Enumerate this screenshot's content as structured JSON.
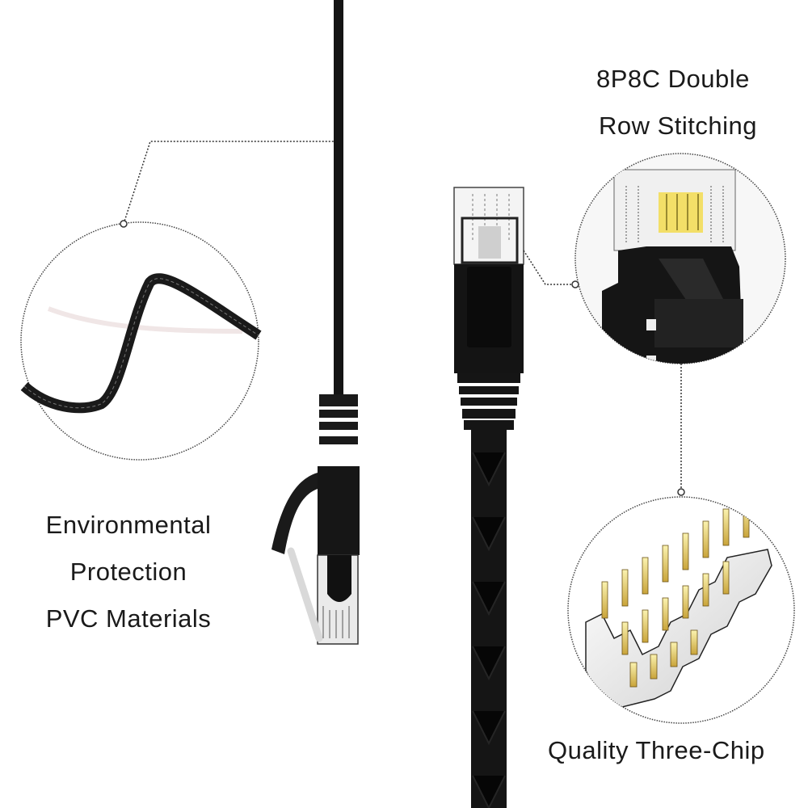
{
  "product": {
    "type": "Flat Ethernet patch cable (RJ45) product feature image",
    "colors": {
      "cable": "#141414",
      "background": "#ffffff",
      "gold_pins": "#e8d26a",
      "clear_plastic": "#f2f2f2",
      "callout_line": "#333333"
    }
  },
  "callouts": [
    {
      "id": "double-row",
      "lines": [
        "8P8C Double",
        "Row Stitching"
      ],
      "icon": "rj45-connector-closeup"
    },
    {
      "id": "pvc",
      "lines": [
        "Environmental",
        "Protection",
        "PVC Materials"
      ],
      "icon": "flat-cable-closeup"
    },
    {
      "id": "three-chip",
      "lines": [
        "Quality Three-Chip"
      ],
      "icon": "gold-pins-closeup"
    }
  ]
}
